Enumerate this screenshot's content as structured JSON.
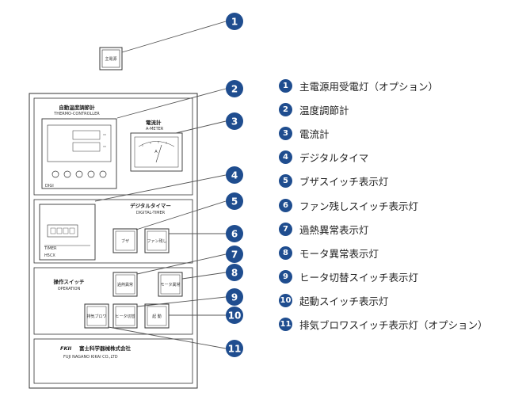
{
  "panel": {
    "top_lamp_label": "主電源",
    "thermo_title": "自動温度調節計",
    "thermo_subtitle": "THERMO-CONTROLLER",
    "thermo_model": "DIGI",
    "ammeter_title": "電流計",
    "ammeter_subtitle": "A-METER",
    "ammeter_unit": "A",
    "timer_title": "デジタルタイマー",
    "timer_subtitle": "DIGITAL-TIMER",
    "timer_brand": "TIMER",
    "timer_model": "H5CX",
    "buzzer_label": "ブザ",
    "fan_remain_label": "ファン残し",
    "operation_title": "操作スイッチ",
    "operation_subtitle": "OPERATION",
    "overheat_label": "過熱異常",
    "motor_label": "モータ異常",
    "exhaust_label": "排気ブロワ",
    "heater_label": "ヒータ切替",
    "start_label": "起 動",
    "company_logo": "FKII",
    "company_name": "富士科学器械株式会社",
    "company_name_en": "FUJI NAGANO KIKAI CO.,LTD"
  },
  "callouts": [
    {
      "n": "1"
    },
    {
      "n": "2"
    },
    {
      "n": "3"
    },
    {
      "n": "4"
    },
    {
      "n": "5"
    },
    {
      "n": "6"
    },
    {
      "n": "7"
    },
    {
      "n": "8"
    },
    {
      "n": "9"
    },
    {
      "n": "10"
    },
    {
      "n": "11"
    }
  ],
  "legend": [
    {
      "num": "1",
      "text": "主電源用受電灯（オプション）"
    },
    {
      "num": "2",
      "text": "温度調節計"
    },
    {
      "num": "3",
      "text": "電流計"
    },
    {
      "num": "4",
      "text": "デジタルタイマ"
    },
    {
      "num": "5",
      "text": "ブザスイッチ表示灯"
    },
    {
      "num": "6",
      "text": "ファン残しスイッチ表示灯"
    },
    {
      "num": "7",
      "text": "過熱異常表示灯"
    },
    {
      "num": "8",
      "text": "モータ異常表示灯"
    },
    {
      "num": "9",
      "text": "ヒータ切替スイッチ表示灯"
    },
    {
      "num": "10",
      "text": "起動スイッチ表示灯"
    },
    {
      "num": "11",
      "text": "排気ブロワスイッチ表示灯（オプション）"
    }
  ],
  "colors": {
    "callout": "#1f4d8f",
    "line": "#555555",
    "panel": "#333333"
  }
}
